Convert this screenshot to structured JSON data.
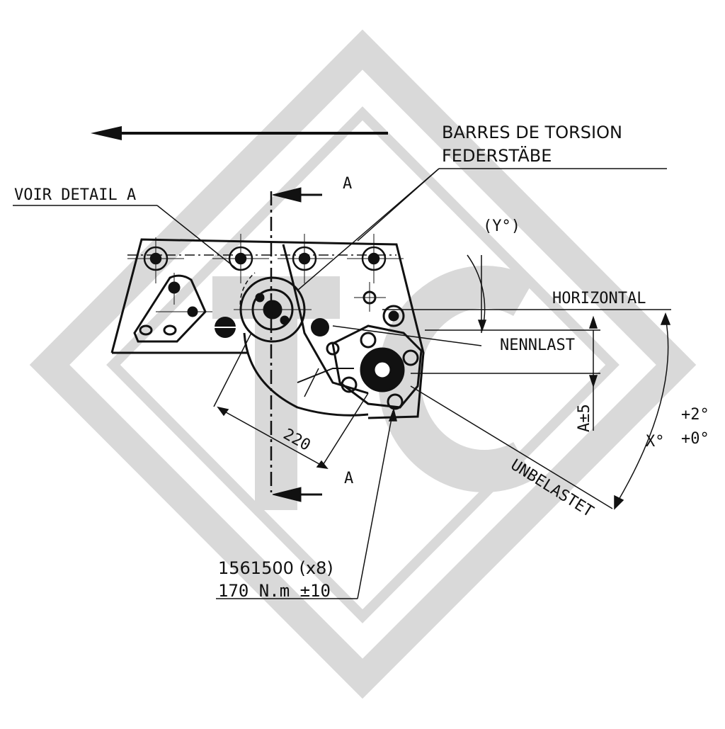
{
  "labels": {
    "torsion_fr": "BARRES DE TORSION",
    "torsion_de": "FEDERSTÄBE",
    "voir_detail": "VOIR DETAIL A",
    "section_top": "A",
    "section_bottom": "A",
    "y_angle": "(Y°)",
    "horizontal": "HORIZONTAL",
    "nennlast": "NENNLAST",
    "a_tolerance": "A±5",
    "x_angle": "X°",
    "x_tol_plus": "+2°",
    "x_tol_minus": "+0°",
    "unbelastet": "UNBELASTET",
    "dimension_220": "220",
    "part_number": "1561500 (x8)",
    "torque": "170 N.m ±10"
  },
  "colors": {
    "line": "#111111",
    "watermark": "#d9d9d9"
  }
}
